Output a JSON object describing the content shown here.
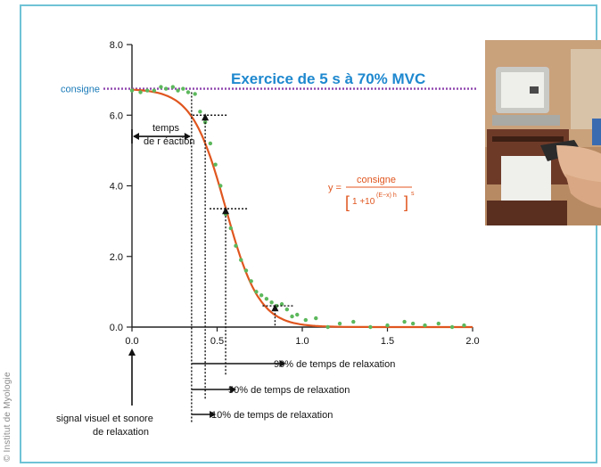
{
  "credit": "© Institut de Myologie",
  "chart_data": {
    "type": "line",
    "title": "Exercice de 5 s à 70% MVC",
    "ylim": [
      0,
      8
    ],
    "xlim": [
      0,
      2
    ],
    "yticks": [
      {
        "value": 0,
        "label": "0.0"
      },
      {
        "value": 2,
        "label": "2.0"
      },
      {
        "value": 4,
        "label": "4.0"
      },
      {
        "value": 6,
        "label": "6.0"
      },
      {
        "value": 8,
        "label": "8.0"
      }
    ],
    "xticks": [
      {
        "value": 0,
        "label": "0.0"
      },
      {
        "value": 0.5,
        "label": "0.5"
      },
      {
        "value": 1,
        "label": "1.0"
      },
      {
        "value": 1.5,
        "label": "1.5"
      },
      {
        "value": 2,
        "label": "2.0"
      }
    ],
    "consigne": {
      "value": 6.75,
      "label": "consigne"
    },
    "formula": {
      "lhs": "y =",
      "numerator": "consigne",
      "denominator_base": "1 +10",
      "exponent": "(E−x) h",
      "power": "s"
    },
    "fit_curve": {
      "color": "#e0561f",
      "plateau": 6.75,
      "midpoint": 0.55,
      "slope": 4.4
    },
    "data_points": {
      "color": "#5cb85c",
      "x": [
        0.0,
        0.05,
        0.09,
        0.13,
        0.17,
        0.2,
        0.24,
        0.27,
        0.3,
        0.33,
        0.37,
        0.4,
        0.43,
        0.46,
        0.49,
        0.52,
        0.55,
        0.58,
        0.61,
        0.64,
        0.67,
        0.7,
        0.73,
        0.76,
        0.79,
        0.82,
        0.85,
        0.88,
        0.91,
        0.94,
        0.97,
        1.02,
        1.08,
        1.15,
        1.22,
        1.3,
        1.4,
        1.5,
        1.6,
        1.65,
        1.72,
        1.8,
        1.88,
        1.95
      ],
      "y": [
        6.7,
        6.65,
        6.7,
        6.7,
        6.8,
        6.75,
        6.8,
        6.7,
        6.75,
        6.65,
        6.6,
        6.1,
        5.8,
        5.2,
        4.6,
        4.0,
        3.2,
        2.8,
        2.3,
        1.9,
        1.6,
        1.3,
        1.0,
        0.9,
        0.8,
        0.7,
        0.6,
        0.65,
        0.5,
        0.3,
        0.35,
        0.2,
        0.25,
        0.0,
        0.1,
        0.15,
        0.0,
        0.05,
        0.15,
        0.1,
        0.05,
        0.1,
        0.0,
        0.05
      ]
    },
    "annotations": {
      "reaction_time": "temps de r éaction",
      "relax_90": "90% de temps de relaxation",
      "relax_50": "50% de temps de relaxation",
      "relax_10": "10% de temps de relaxation",
      "signal": "signal visuel et sonore de relaxation"
    },
    "markers": {
      "reaction_end": 0.35,
      "t10": 0.43,
      "t50": 0.55,
      "t90": 0.84,
      "y10": 6.0,
      "y50": 3.35,
      "y90": 0.6
    }
  }
}
